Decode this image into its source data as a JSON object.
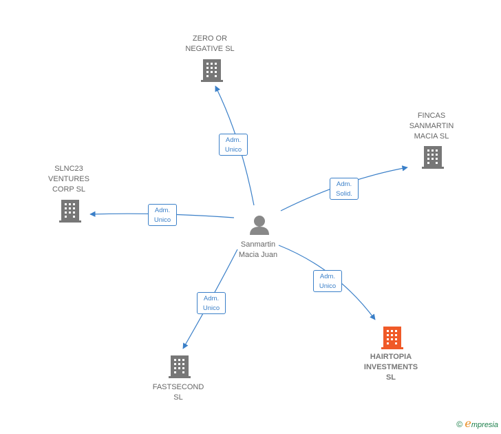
{
  "center": {
    "name_line1": "Sanmartin",
    "name_line2": "Macia Juan"
  },
  "companies": {
    "zero": {
      "lines": [
        "ZERO OR",
        "NEGATIVE  SL"
      ],
      "color": "#777777"
    },
    "fincas": {
      "lines": [
        "FINCAS",
        "SANMARTIN",
        "MACIA SL"
      ],
      "color": "#777777"
    },
    "slnc": {
      "lines": [
        "SLNC23",
        "VENTURES",
        "CORP  SL"
      ],
      "color": "#777777"
    },
    "fastsecond": {
      "lines": [
        "FASTSECOND",
        "SL"
      ],
      "color": "#777777"
    },
    "hairtopia": {
      "lines": [
        "HAIRTOPIA",
        "INVESTMENTS",
        "SL"
      ],
      "color": "#f05a28"
    }
  },
  "edges": {
    "zero": {
      "line1": "Adm.",
      "line2": "Unico"
    },
    "fincas": {
      "line1": "Adm.",
      "line2": "Solid."
    },
    "slnc": {
      "line1": "Adm.",
      "line2": "Unico"
    },
    "fastsecond": {
      "line1": "Adm.",
      "line2": "Unico"
    },
    "hairtopia": {
      "line1": "Adm.",
      "line2": "Unico"
    }
  },
  "colors": {
    "edge": "#3a7fc8",
    "building": "#777777",
    "highlight": "#f05a28",
    "person": "#888888"
  },
  "copyright": {
    "symbol": "©",
    "brand_initial": "e",
    "brand_rest": "mpresia"
  }
}
